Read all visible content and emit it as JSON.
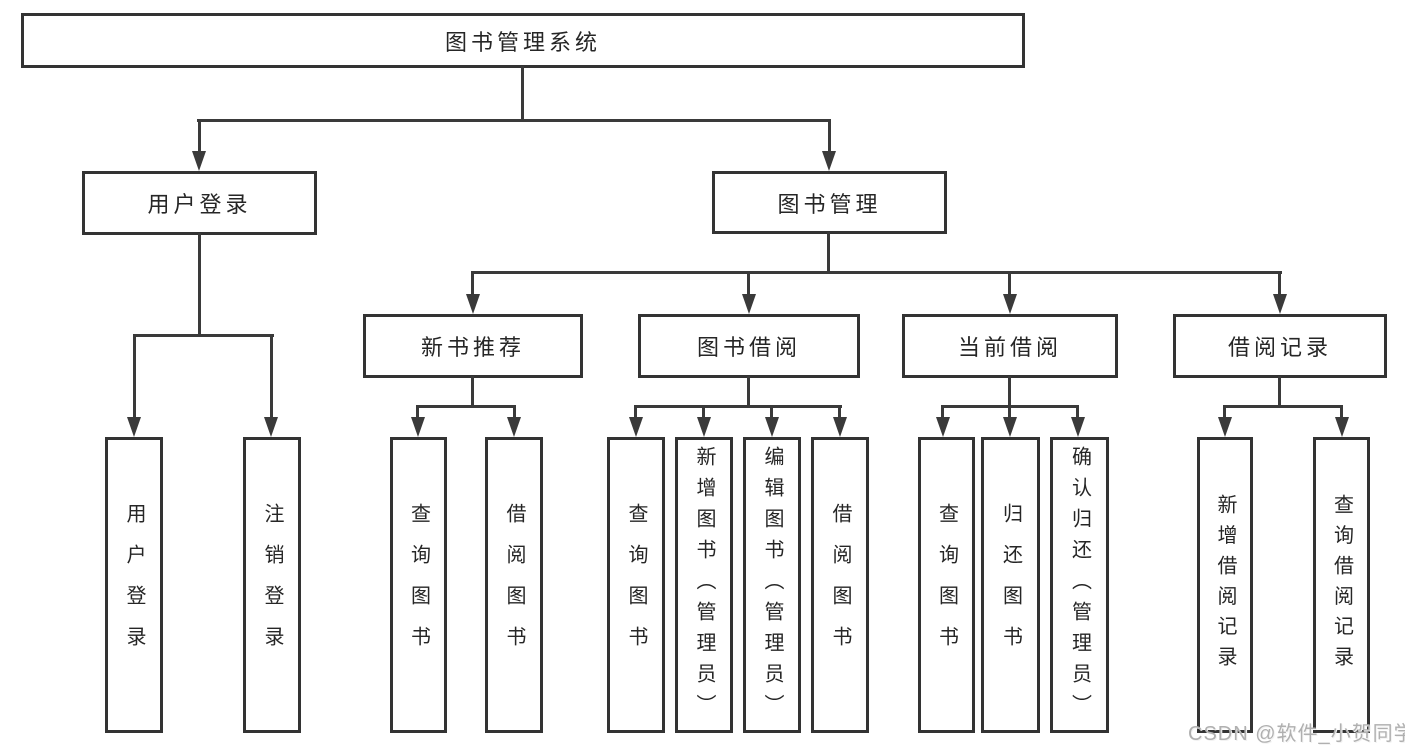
{
  "diagram": {
    "root": {
      "label": "图书管理系统"
    },
    "level2": [
      {
        "label": "用户登录"
      },
      {
        "label": "图书管理"
      }
    ],
    "level3": [
      {
        "label": "新书推荐"
      },
      {
        "label": "图书借阅"
      },
      {
        "label": "当前借阅"
      },
      {
        "label": "借阅记录"
      }
    ],
    "leaves": [
      {
        "label": "用户登录"
      },
      {
        "label": "注销登录"
      },
      {
        "label": "查询图书"
      },
      {
        "label": "借阅图书"
      },
      {
        "label": "查询图书"
      },
      {
        "label": "新增图书（管理员）"
      },
      {
        "label": "编辑图书（管理员）"
      },
      {
        "label": "借阅图书"
      },
      {
        "label": "查询图书"
      },
      {
        "label": "归还图书"
      },
      {
        "label": "确认归还（管理员）"
      },
      {
        "label": "新增借阅记录"
      },
      {
        "label": "查询借阅记录"
      }
    ]
  },
  "watermark": {
    "text": "CSDN @软件_小贺同学"
  },
  "colors": {
    "line": "#3a3a3a",
    "border": "#333333",
    "text": "#262626",
    "watermark": "#b0b0b0",
    "background": "#ffffff"
  }
}
